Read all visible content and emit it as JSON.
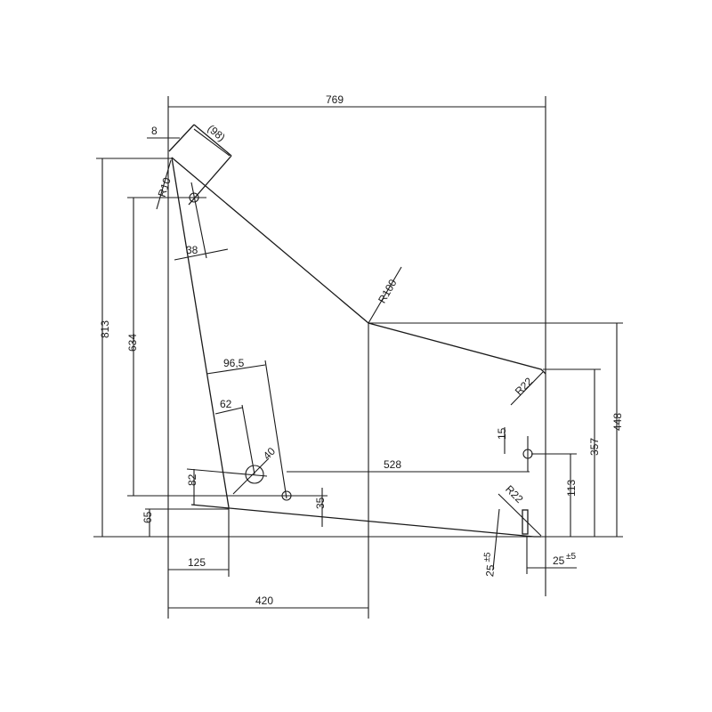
{
  "dimensions": {
    "width_total": "769",
    "offset_top": "8",
    "diag_length": "(98)",
    "radius_top": "R10",
    "offset_38": "38",
    "radius_mid": "R100",
    "radius_right": "R22",
    "radius_bottom": "R22",
    "height_total": "813",
    "height_634": "634",
    "len_96_5": "96,5",
    "len_62": "62",
    "hole_40": "40",
    "h_82": "82",
    "h_65": "65",
    "h_35": "35",
    "len_528": "528",
    "h_15": "15",
    "h_113": "113",
    "h_357": "357",
    "h_448": "448",
    "w_125": "125",
    "w_420": "420",
    "tol_left": "25",
    "tol_left_sup": "±5",
    "tol_right": "25",
    "tol_right_sup": "±5"
  }
}
